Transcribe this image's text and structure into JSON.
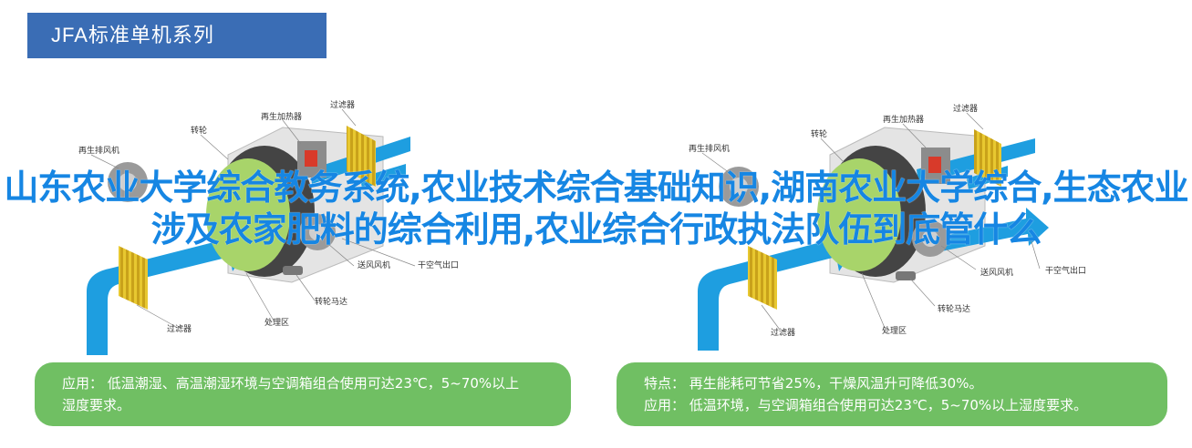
{
  "banner": {
    "title": "JFA标准单机系列"
  },
  "diagram_left": {
    "labels": {
      "filter_top": "过滤器",
      "reheater": "再生加热器",
      "rotor": "转轮",
      "regen_fan": "再生排风机",
      "supply_fan": "送风风机",
      "dry_air_outlet": "干空气出口",
      "rotor_motor": "转轮马达",
      "processing_zone": "处理区",
      "filter_bottom": "过滤器"
    }
  },
  "diagram_right": {
    "labels": {
      "filter_top": "过滤器",
      "reheater": "再生加热器",
      "rotor": "转轮",
      "regen_fan": "再生排风机",
      "supply_fan": "送风风机",
      "dry_air_outlet": "干空气出口",
      "rotor_motor": "转轮马达",
      "processing_zone": "处理区",
      "filter_bottom": "过滤器"
    }
  },
  "overlay": {
    "headline": "山东农业大学综合教务系统,农业技术综合基础知识,湖南农业大学综合,生态农业涉及农家肥料的综合利用,农业综合行政执法队伍到底管什么"
  },
  "info_left": {
    "line1": "应用：  低温潮湿、高温潮湿环境与空调箱组合使用可达23℃，5~70%以上",
    "line2": "湿度要求。"
  },
  "info_right": {
    "line1": "特点：  再生能耗可节省25%，干燥风温升可降低30%。",
    "line2": "应用：  低温环境，与空调箱组合使用可达23℃，5~70%以上湿度要求。"
  },
  "colors": {
    "banner": "#3a6db5",
    "info_box": "#70bf63",
    "airflow": "#1e9ee0",
    "overlay_text": "#1686e3",
    "rotor_green": "#a8d46a"
  }
}
